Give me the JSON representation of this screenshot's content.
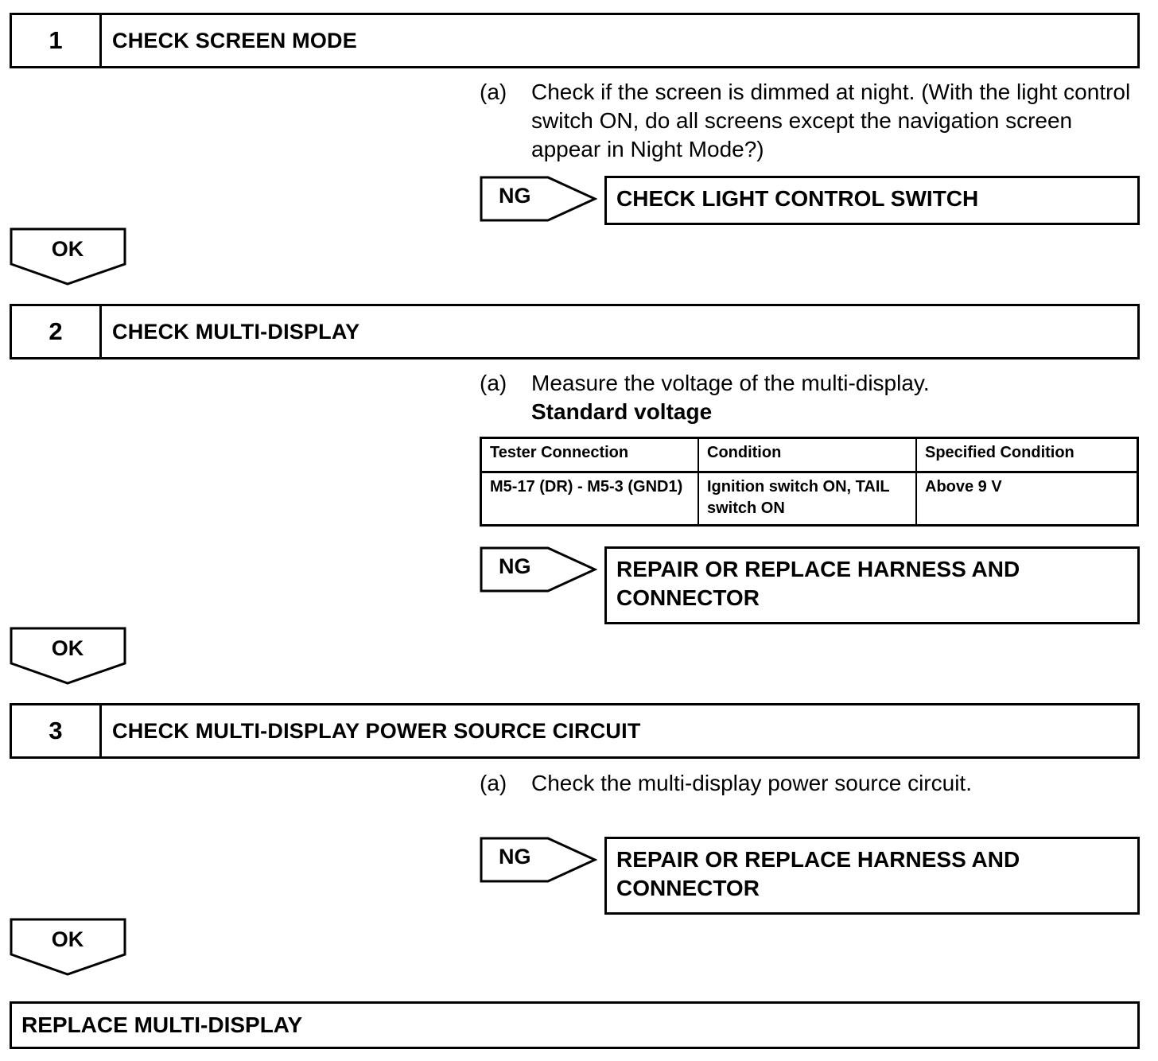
{
  "steps": [
    {
      "number": "1",
      "title": "CHECK SCREEN MODE",
      "instruction_label": "(a)",
      "instruction_text": "Check if the screen is dimmed at night. (With the light control switch ON, do all screens except the navigation screen appear in Night Mode?)",
      "ng_label": "NG",
      "ng_result": "CHECK LIGHT CONTROL SWITCH",
      "ok_label": "OK"
    },
    {
      "number": "2",
      "title": "CHECK MULTI-DISPLAY",
      "instruction_label": "(a)",
      "instruction_text": "Measure the voltage of the multi-display.",
      "instruction_bold": "Standard voltage",
      "table": {
        "headers": [
          "Tester Connection",
          "Condition",
          "Specified Condition"
        ],
        "rows": [
          [
            "M5-17 (DR) - M5-3 (GND1)",
            "Ignition switch ON, TAIL switch ON",
            "Above 9 V"
          ]
        ]
      },
      "ng_label": "NG",
      "ng_result": "REPAIR OR REPLACE HARNESS AND CONNECTOR",
      "ok_label": "OK"
    },
    {
      "number": "3",
      "title": "CHECK MULTI-DISPLAY POWER SOURCE CIRCUIT",
      "instruction_label": "(a)",
      "instruction_text": "Check the multi-display power source circuit.",
      "ng_label": "NG",
      "ng_result": "REPAIR OR REPLACE HARNESS AND CONNECTOR",
      "ok_label": "OK"
    }
  ],
  "final": "REPLACE MULTI-DISPLAY"
}
